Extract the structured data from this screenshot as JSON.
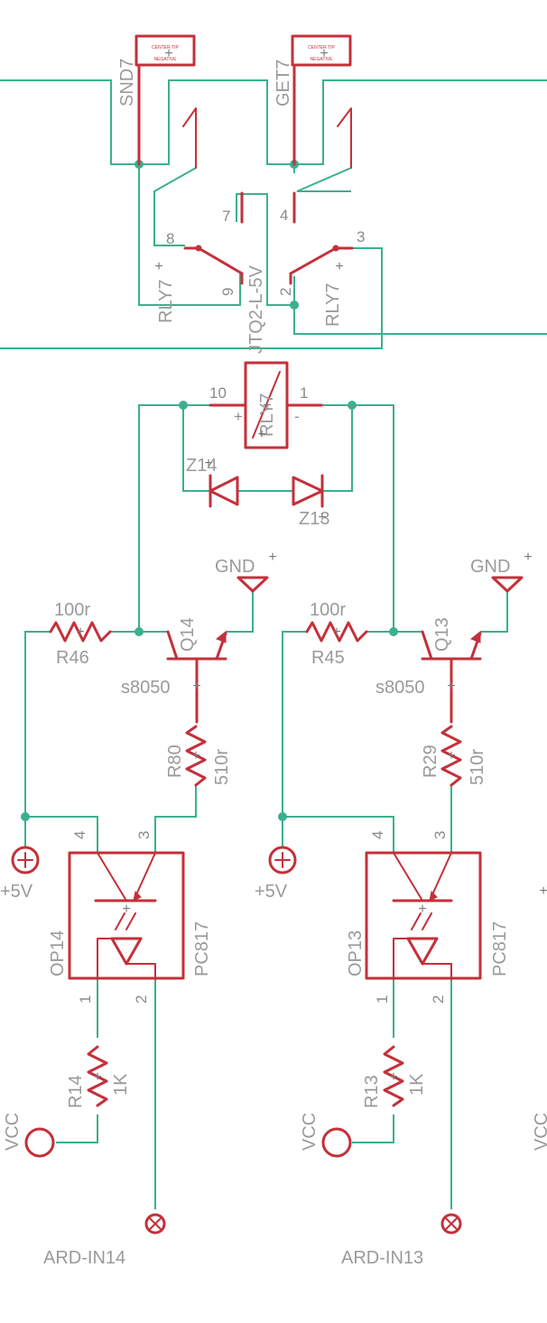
{
  "connectors": {
    "left_name": "SND7",
    "right_name": "GET7",
    "box_text_line1": "CENTER TIP",
    "box_text_line2": "NEGATIVE"
  },
  "relay": {
    "contact_left_name": "RLY7",
    "contact_right_name": "RLY7",
    "part_value": "JTQ2-L-5V",
    "coil_name": "RLY7",
    "pins": {
      "p8": "8",
      "p7": "7",
      "p9": "9",
      "p4": "4",
      "p3": "3",
      "p2": "2",
      "p10": "10",
      "p1": "1"
    },
    "coil_plus": "+",
    "coil_minus": "-"
  },
  "diodes": {
    "left": "Z14",
    "right": "Z13"
  },
  "channels": [
    {
      "transistor": "Q14",
      "transistor_value": "s8050",
      "ground": "GND",
      "base_resistor": "R46",
      "base_resistor_value": "100r",
      "collector_resistor": "R80",
      "collector_resistor_value": "510r",
      "supply": "+5V",
      "opto": "OP14",
      "opto_value": "PC817",
      "opto_pins": {
        "p1": "1",
        "p2": "2",
        "p3": "3",
        "p4": "4"
      },
      "input_resistor": "R14",
      "input_resistor_value": "1K",
      "vcc": "VCC",
      "input": "ARD-IN14"
    },
    {
      "transistor": "Q13",
      "transistor_value": "s8050",
      "ground": "GND",
      "base_resistor": "R45",
      "base_resistor_value": "100r",
      "collector_resistor": "R29",
      "collector_resistor_value": "510r",
      "supply": "+5V",
      "opto": "OP13",
      "opto_value": "PC817",
      "opto_pins": {
        "p1": "1",
        "p2": "2",
        "p3": "3",
        "p4": "4"
      },
      "input_resistor": "R13",
      "input_resistor_value": "1K",
      "vcc": "VCC",
      "input": "ARD-IN13"
    }
  ],
  "colors": {
    "wire": "#3bb08f",
    "component": "#c4303a",
    "label": "#9a9a9a",
    "background": "#ffffff"
  }
}
